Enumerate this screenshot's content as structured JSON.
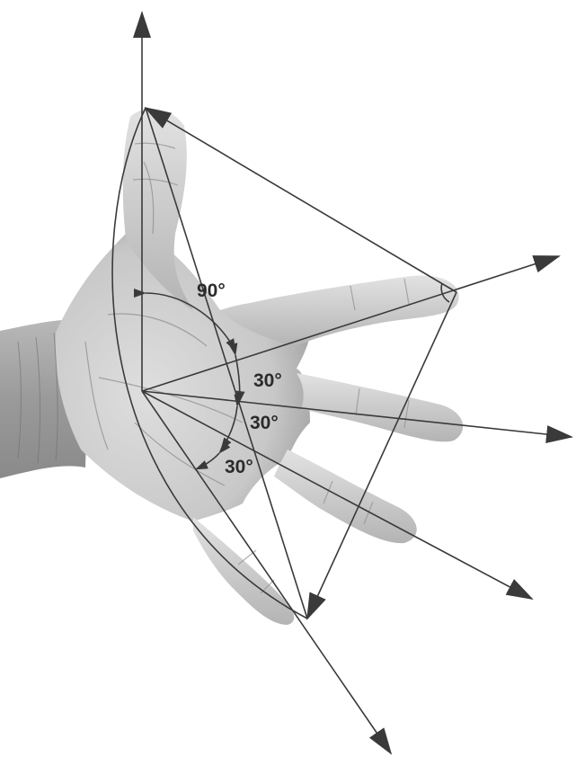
{
  "angle_labels": {
    "thumb_index": "90°",
    "index_middle": "30°",
    "middle_ring": "30°",
    "ring_little": "30°"
  },
  "colors": {
    "lines": "#3a3a3a",
    "label_text": "#2b2b2b",
    "skin_light": "#d9d9d9",
    "skin_mid": "#bdbdbd",
    "skin_dark": "#8f8f8f",
    "forearm": "#a8a8a8",
    "background": "#ffffff"
  },
  "illustration": "grayscale-photo-of-open-hand"
}
